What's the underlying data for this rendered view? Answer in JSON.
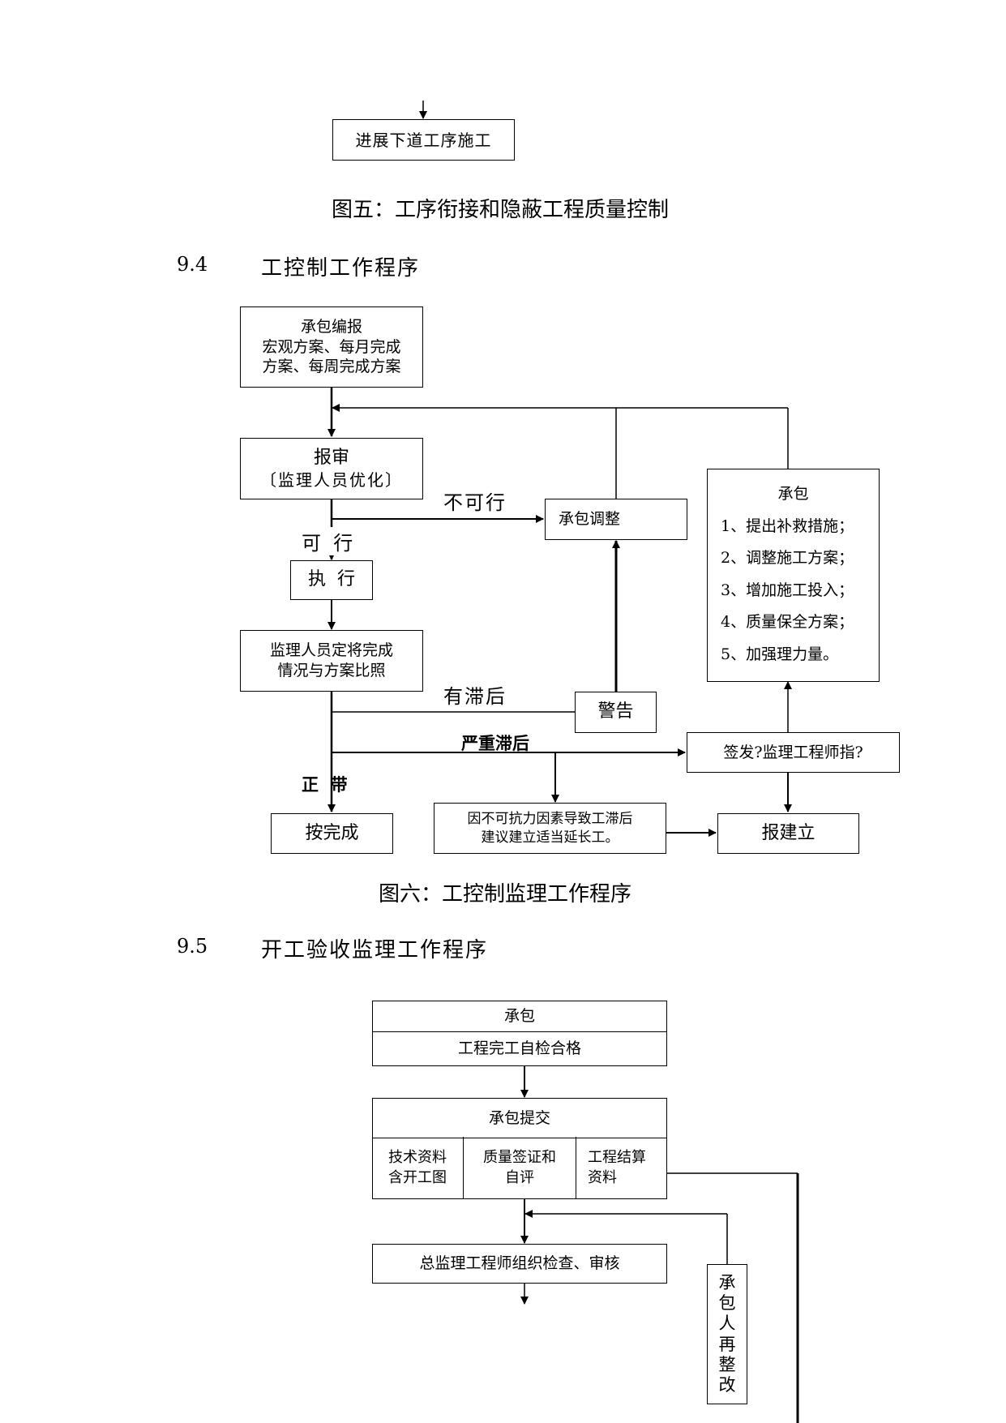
{
  "top_fragment": {
    "next_box": "进展下道工序施工",
    "caption": "图五：工序衔接和隐蔽工程质量控制"
  },
  "section_94": {
    "number": "9.4",
    "title": "工控制工作程序"
  },
  "flow6": {
    "box_plan": [
      "承包编报",
      "宏观方案、每月完成",
      "方案、每周完成方案"
    ],
    "box_review": [
      "报审",
      "〔监理人员优化〕"
    ],
    "label_not_feasible": "不可行",
    "box_adjust": "承包调整",
    "label_feasible": "可  行",
    "box_execute": "执  行",
    "box_compare": [
      "监理人员定将完成",
      "情况与方案比照"
    ],
    "label_lagging": "有滞后",
    "box_warning": "警告",
    "label_severe_lag": "严重滞后",
    "box_issue": "签发?监理工程师指?",
    "label_normal": "正  带",
    "box_complete": "按完成",
    "box_force_majeure": [
      "因不可抗力因素导致工滞后",
      "建议建立适当延长工。"
    ],
    "box_report": "报建立",
    "box_contractor": {
      "title": "承包",
      "items": [
        "1、提出补救措施；",
        "2、调整施工方案；",
        "3、增加施工投入；",
        "4、质量保全方案；",
        "5、加强理力量。"
      ]
    },
    "caption": "图六：工控制监理工作程序"
  },
  "section_95": {
    "number": "9.5",
    "title": "开工验收监理工作程序"
  },
  "flow7": {
    "box_selfcheck": [
      "承包",
      "工程完工自检合格"
    ],
    "box_submit_title": "承包提交",
    "submit_cells": [
      [
        "技术资料",
        "含开工图"
      ],
      [
        "质量签证和",
        "自评"
      ],
      [
        "工程结算",
        "资料"
      ]
    ],
    "box_inspect": "总监理工程师组织检查、审核",
    "box_rectify": [
      "承",
      "包",
      "人",
      "再",
      "整",
      "改"
    ]
  }
}
